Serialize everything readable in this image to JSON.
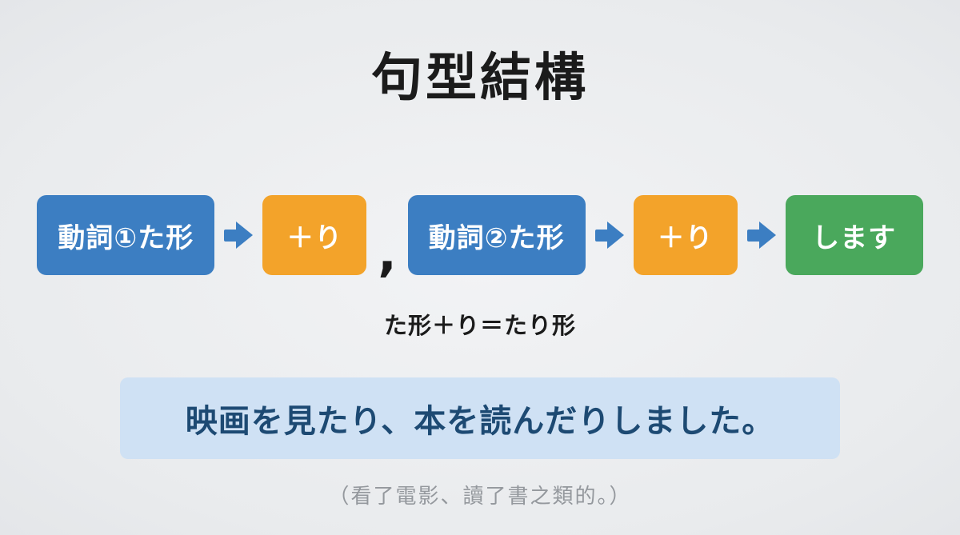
{
  "title": "句型結構",
  "flow": {
    "verb1": "動詞①た形",
    "plus_ri_1": "＋り",
    "comma": ",",
    "verb2": "動詞②た形",
    "plus_ri_2": "＋り",
    "result": "します"
  },
  "formula": "た形＋り＝たり形",
  "example": {
    "sentence": "映画を見たり、本を読んだりしました。",
    "translation": "（看了電影、讀了書之類的。）"
  },
  "colors": {
    "verb_box_blue": "#3c7ec2",
    "plus_box_orange": "#f3a32a",
    "result_box_green": "#4aa85c",
    "arrow_blue": "#3c7ec2",
    "example_background": "#cfe1f4",
    "example_text": "#1d4a73",
    "background": "#edeff1",
    "title_text": "#1b1b1b",
    "translation_text": "#94989d"
  }
}
